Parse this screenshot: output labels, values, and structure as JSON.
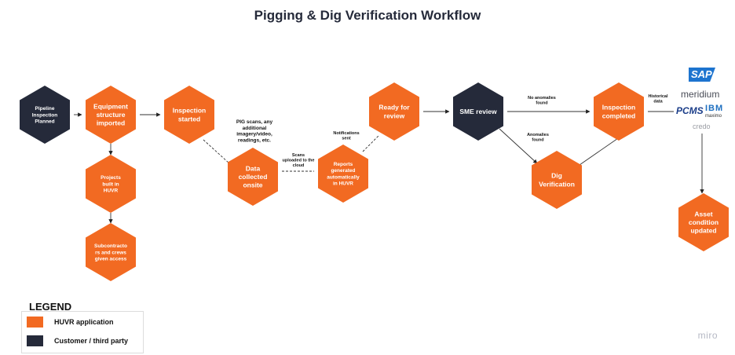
{
  "title": "Pigging & Dig Verification Workflow",
  "colors": {
    "huvr": "#f26a22",
    "customer": "#252a3a"
  },
  "nodes": {
    "pipeline_planned": [
      "Pipeline",
      "Inspection",
      "Planned"
    ],
    "equipment_imported": [
      "Equipment",
      "structure",
      "imported"
    ],
    "projects_built": [
      "Projects",
      "built in",
      "HUVR"
    ],
    "subcontractors_access": [
      "Subcontracto",
      "rs and crews",
      "given access"
    ],
    "inspection_started": [
      "Inspection",
      "started"
    ],
    "data_collected": [
      "Data",
      "collected",
      "onsite"
    ],
    "reports_generated": [
      "Reports",
      "generated",
      "automatically",
      "in HUVR"
    ],
    "ready_for_review": [
      "Ready for",
      "review"
    ],
    "sme_review": [
      "SME review"
    ],
    "dig_verification": [
      "Dig",
      "Verification"
    ],
    "inspection_completed": [
      "Inspection",
      "completed"
    ],
    "asset_updated": [
      "Asset",
      "condition",
      "updated"
    ]
  },
  "notes": {
    "pig_scans": [
      "PIG scans, any",
      "additional",
      "imagery/video,",
      "readings, etc."
    ],
    "scans_uploaded": [
      "Scans",
      "uploaded to the",
      "cloud"
    ],
    "notifications": [
      "Notifications",
      "sent"
    ],
    "no_anomalies": [
      "No anomalies",
      "found"
    ],
    "anomalies_found": [
      "Anomalies",
      "found"
    ],
    "historical": [
      "Historical",
      "data"
    ]
  },
  "logos": {
    "sap": "SAP",
    "meridium": "meridium",
    "pcms": "PCMS",
    "ibm": "IBM",
    "maximo": "maximo",
    "credo": "credo"
  },
  "legend": {
    "title": "LEGEND",
    "items": [
      {
        "label": "HUVR application",
        "color": "#f26a22"
      },
      {
        "label": "Customer / third party",
        "color": "#252a3a"
      }
    ]
  },
  "watermark": "miro"
}
